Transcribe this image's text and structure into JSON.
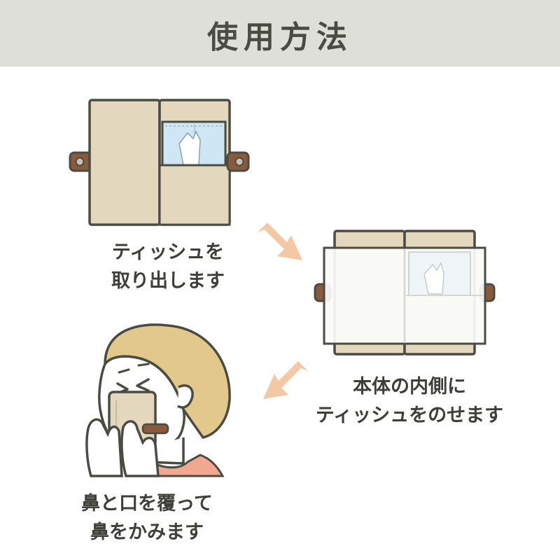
{
  "header": {
    "title": "使用方法"
  },
  "steps": [
    {
      "lines": [
        "ティッシュを",
        "取り出します"
      ]
    },
    {
      "lines": [
        "本体の内側に",
        "ティッシュをのせます"
      ]
    },
    {
      "lines": [
        "鼻と口を覆って",
        "鼻をかみます"
      ]
    }
  ],
  "colors": {
    "header_bg": "#dedfd9",
    "case_beige": "#e3d8bd",
    "outline": "#4a4c44",
    "tab_brown": "#8b5a3c",
    "tissue_blue": "#cfe6f4",
    "arrow": "#f5c8a5",
    "hair": "#e2c88b",
    "shirt": "#f0a890"
  }
}
